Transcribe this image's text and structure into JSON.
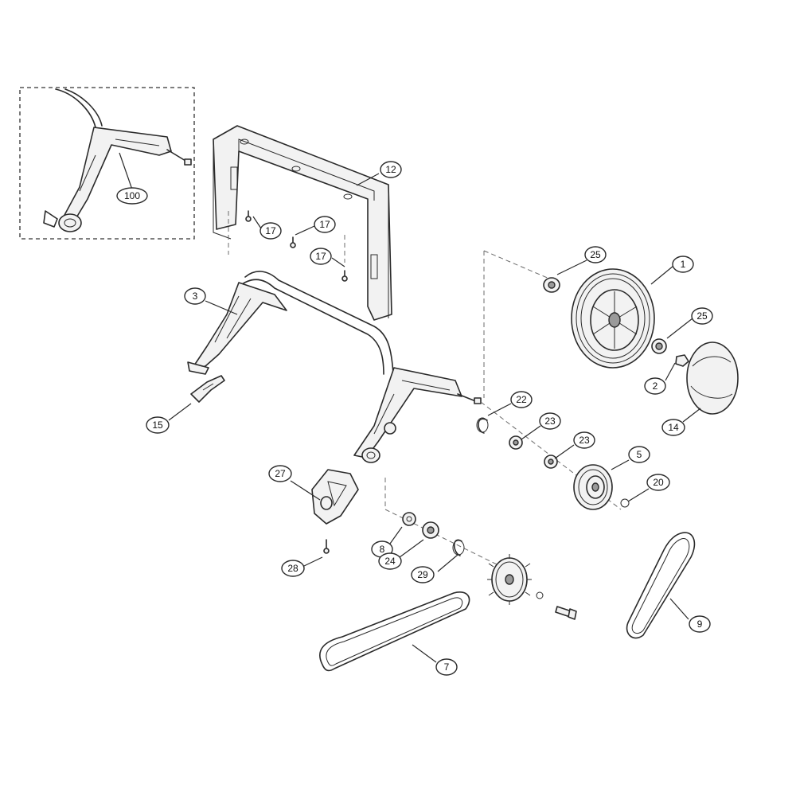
{
  "callouts": {
    "c100": "100",
    "c12": "12",
    "c17a": "17",
    "c17b": "17",
    "c17c": "17",
    "c3": "3",
    "c25a": "25",
    "c1": "1",
    "c25b": "25",
    "c2": "2",
    "c14": "14",
    "c15": "15",
    "c22": "22",
    "c23a": "23",
    "c23b": "23",
    "c5": "5",
    "c20": "20",
    "c27": "27",
    "c8": "8",
    "c24": "24",
    "c29": "29",
    "c28": "28",
    "c7": "7",
    "c9": "9"
  }
}
